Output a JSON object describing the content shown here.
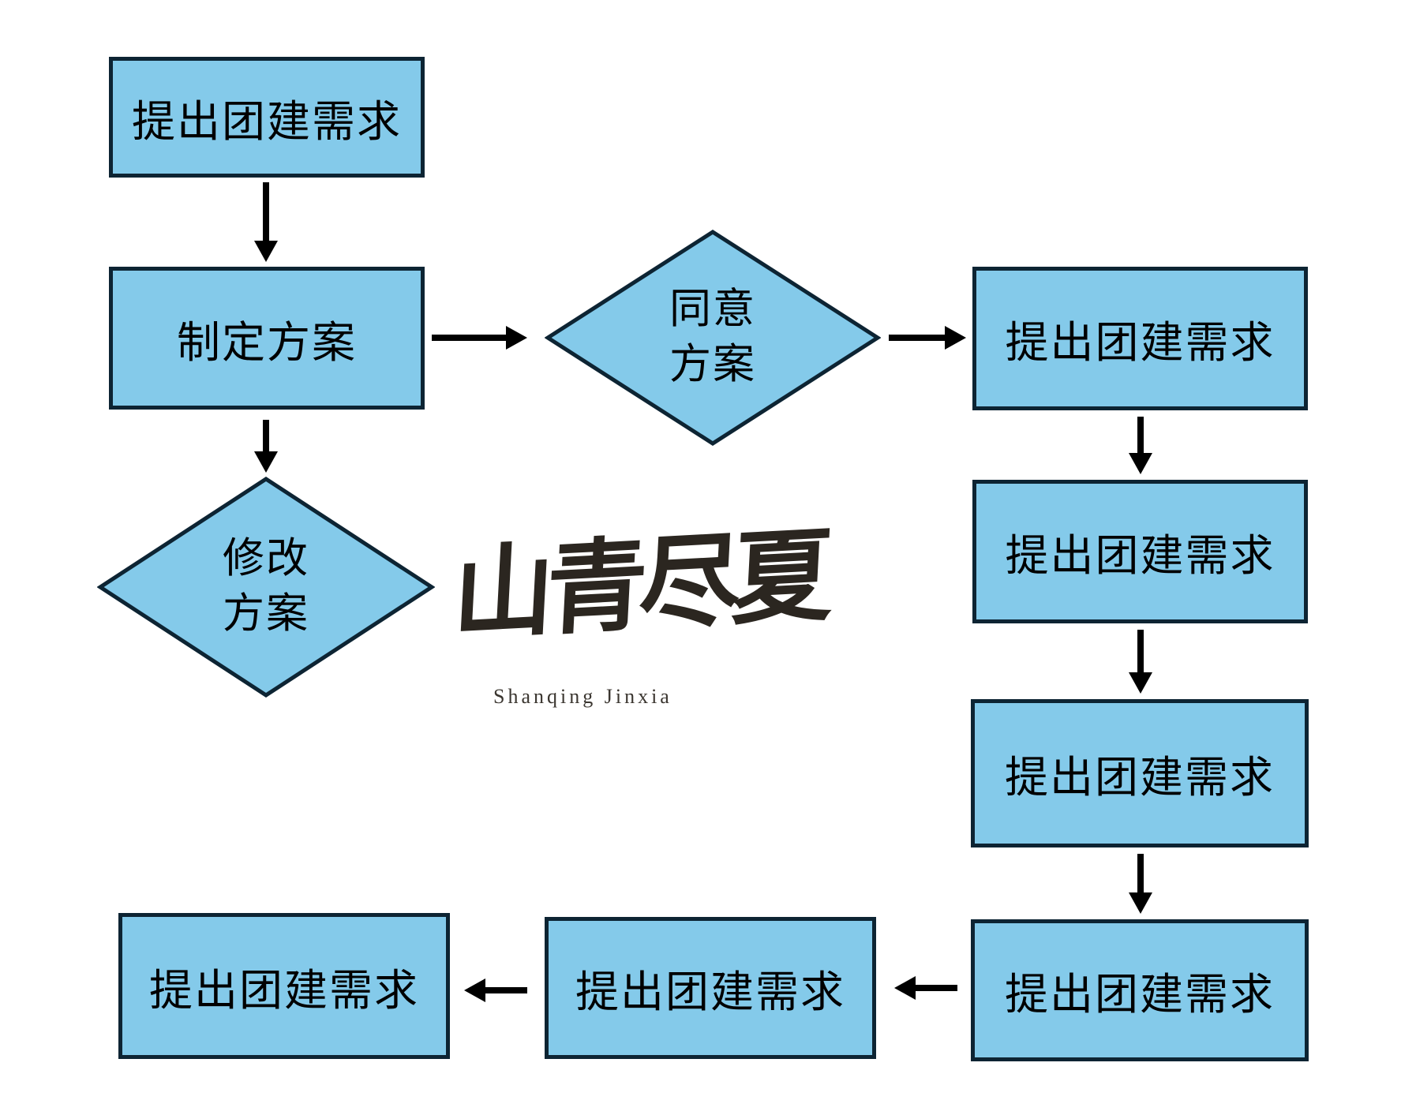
{
  "colors": {
    "background": "#FFFFFF",
    "node_fill": "#84CAEA",
    "node_border": "#0D2433",
    "arrow": "#000000",
    "text": "#000000",
    "logo_ink": "#2B2620",
    "logo_subtitle_color": "#3B3630"
  },
  "flowchart": {
    "nodes": {
      "propose_need": {
        "shape": "rectangle",
        "label": "提出团建需求"
      },
      "make_plan": {
        "shape": "rectangle",
        "label": "制定方案"
      },
      "agree_plan": {
        "shape": "diamond",
        "line1": "同意",
        "line2": "方案"
      },
      "revise_plan": {
        "shape": "diamond",
        "line1": "修改",
        "line2": "方案"
      },
      "right_1": {
        "shape": "rectangle",
        "label": "提出团建需求"
      },
      "right_2": {
        "shape": "rectangle",
        "label": "提出团建需求"
      },
      "right_3": {
        "shape": "rectangle",
        "label": "提出团建需求"
      },
      "right_4": {
        "shape": "rectangle",
        "label": "提出团建需求"
      },
      "bottom_middle": {
        "shape": "rectangle",
        "label": "提出团建需求"
      },
      "bottom_left": {
        "shape": "rectangle",
        "label": "提出团建需求"
      }
    },
    "edges": [
      {
        "from": "propose_need",
        "to": "make_plan",
        "direction": "down"
      },
      {
        "from": "make_plan",
        "to": "agree_plan",
        "direction": "right"
      },
      {
        "from": "agree_plan",
        "to": "right_1",
        "direction": "right"
      },
      {
        "from": "right_1",
        "to": "right_2",
        "direction": "down"
      },
      {
        "from": "right_2",
        "to": "right_3",
        "direction": "down"
      },
      {
        "from": "right_3",
        "to": "right_4",
        "direction": "down"
      },
      {
        "from": "right_4",
        "to": "bottom_middle",
        "direction": "left"
      },
      {
        "from": "bottom_middle",
        "to": "bottom_left",
        "direction": "left"
      },
      {
        "from": "make_plan",
        "to": "revise_plan",
        "direction": "down"
      }
    ]
  },
  "logo": {
    "title": "山青尽夏",
    "subtitle": "Shanqing Jinxia"
  }
}
